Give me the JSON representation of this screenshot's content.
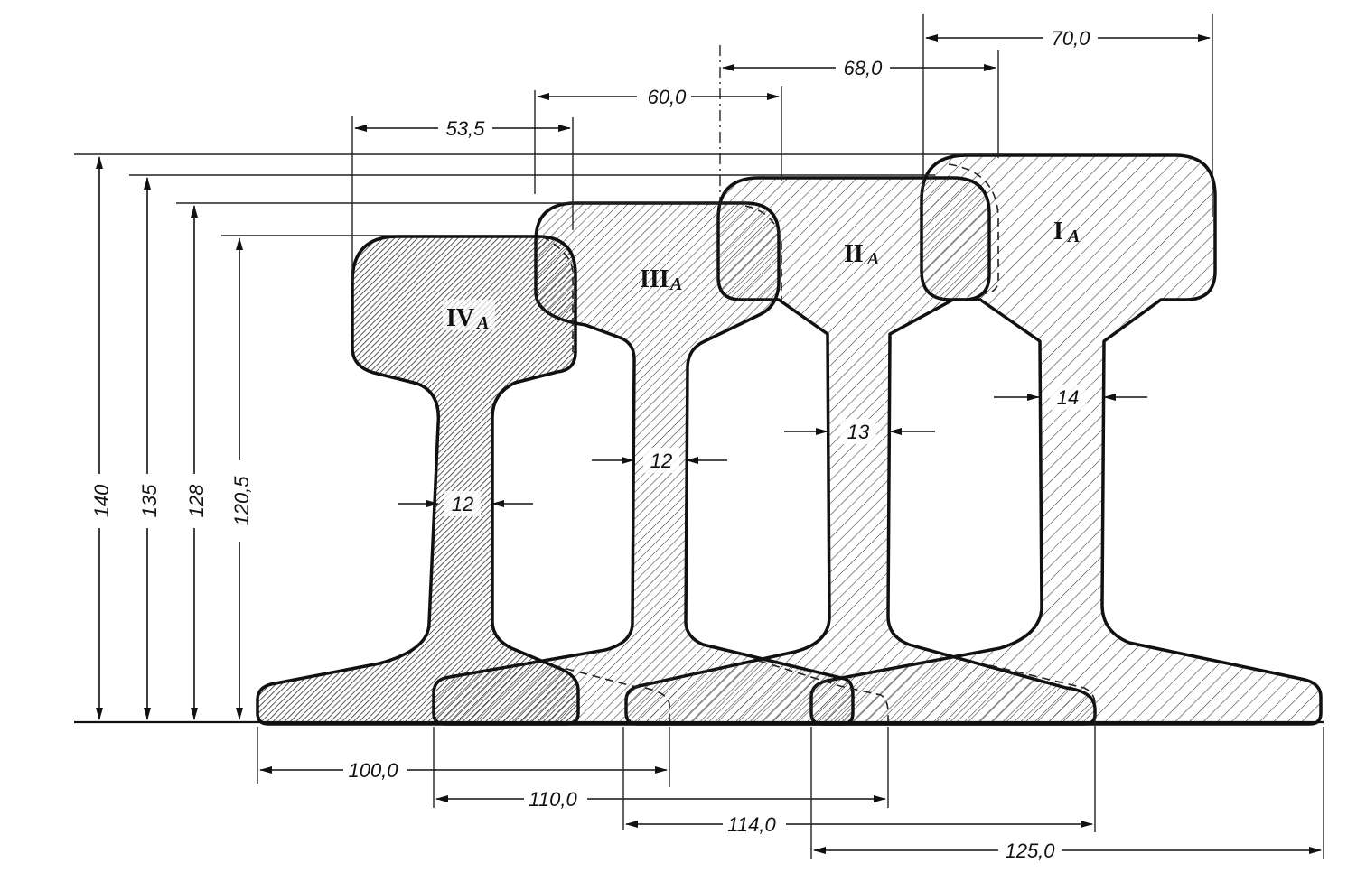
{
  "rails": [
    {
      "label": "I",
      "suffix": "A",
      "height": "140",
      "head_width": "70,0",
      "base_width": "125,0",
      "web": "14"
    },
    {
      "label": "II",
      "suffix": "A",
      "height": "135",
      "head_width": "68,0",
      "base_width": "114,0",
      "web": "13"
    },
    {
      "label": "III",
      "suffix": "A",
      "height": "128",
      "head_width": "60,0",
      "base_width": "110,0",
      "web": "12"
    },
    {
      "label": "IV",
      "suffix": "A",
      "height": "120,5",
      "head_width": "53,5",
      "base_width": "100,0",
      "web": "12"
    }
  ]
}
